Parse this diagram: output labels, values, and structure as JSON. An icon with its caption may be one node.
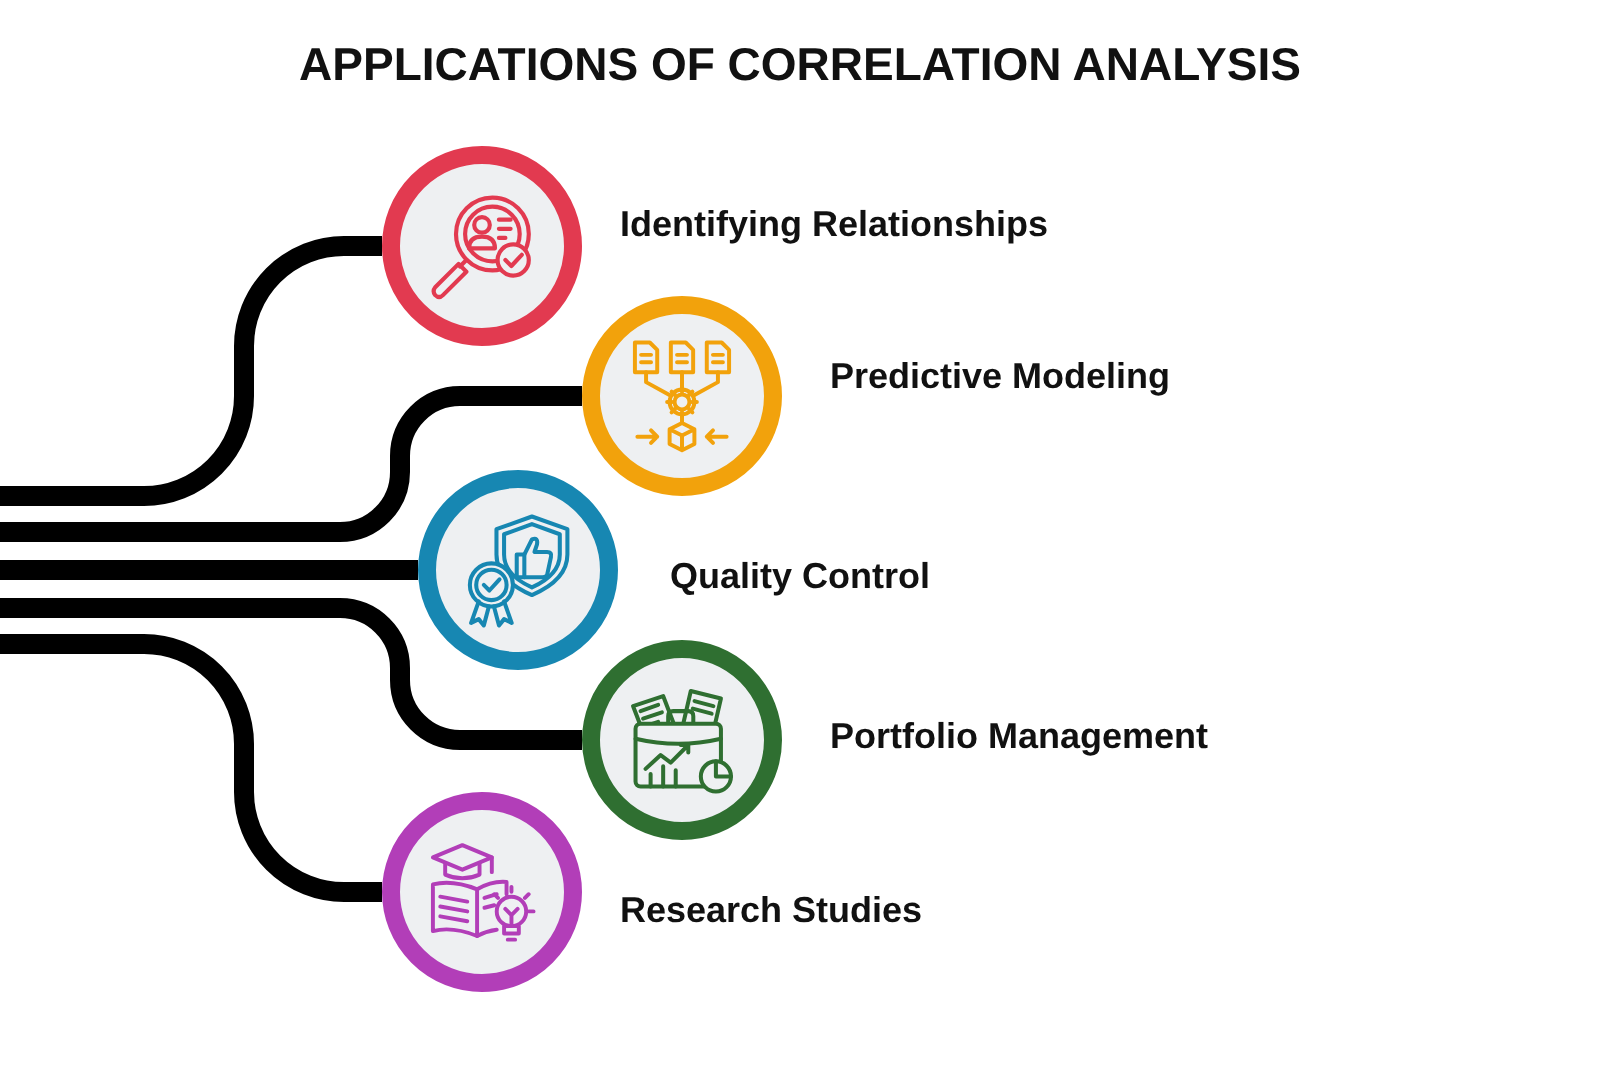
{
  "diagram": {
    "title": "APPLICATIONS OF CORRELATION ANALYSIS",
    "nodes": [
      {
        "text": [
          "Identifying Relationships"
        ]
      },
      {
        "text": [
          "Predictive Modeling"
        ]
      },
      {
        "text": [
          "Quality Control"
        ]
      },
      {
        "text": [
          "Portfolio Management"
        ]
      },
      {
        "text": [
          "Research Studies"
        ]
      }
    ],
    "edges": [
      {
        "from": null,
        "to": 0,
        "arrow": "none"
      },
      {
        "from": null,
        "to": 1,
        "arrow": "none"
      },
      {
        "from": null,
        "to": 2,
        "arrow": "none"
      },
      {
        "from": null,
        "to": 3,
        "arrow": "none"
      },
      {
        "from": null,
        "to": 4,
        "arrow": "none"
      }
    ]
  }
}
